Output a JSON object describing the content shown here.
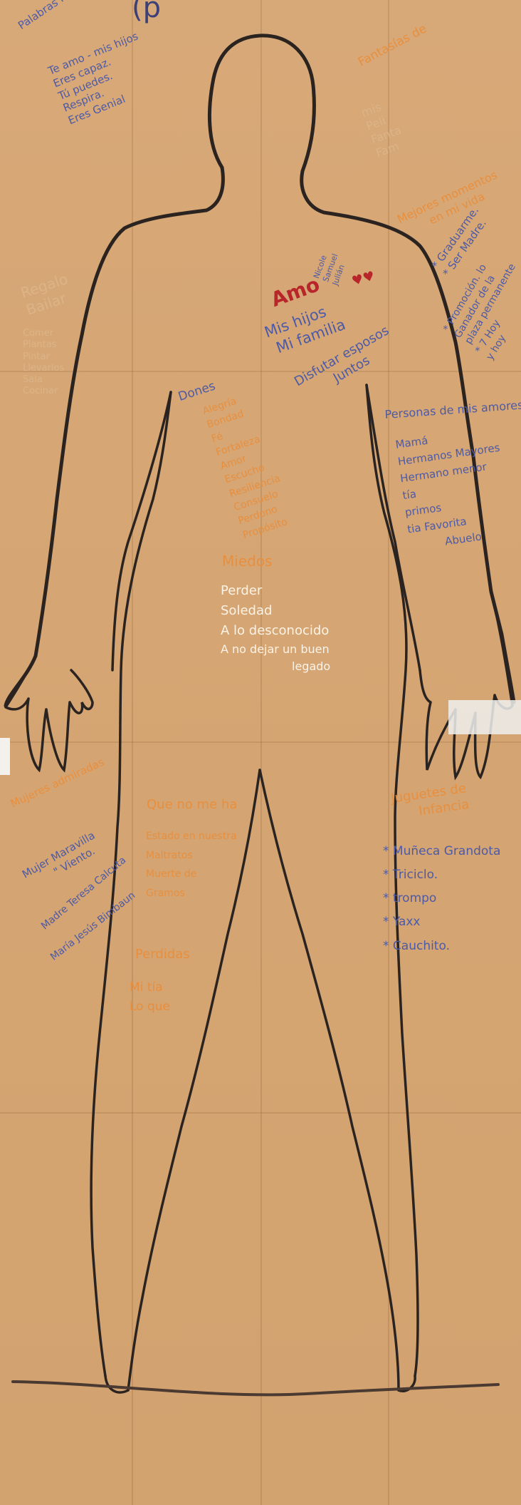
{
  "header_scribble": "(p",
  "palabras": {
    "title": "Palabras Preferidas",
    "lines": [
      "Te amo - mis hijos",
      "Eres capaz.",
      "Tú puedes.",
      "Respira.",
      "Eres Genial"
    ]
  },
  "fantasias": {
    "title": "Fantasías de",
    "lines": [
      "mis",
      "Peli",
      "Fanta",
      "Fam"
    ]
  },
  "mejores": {
    "title": "Mejores momentos",
    "subtitle": "en mi vida",
    "lines": [
      "* Graduarme.",
      "* Ser Madre.",
      "* Promoción. lo",
      "Ganador de la",
      "plaza permanente",
      "* 7 Hoy",
      "y hoy"
    ]
  },
  "heart": {
    "amo": "Amo",
    "lines": [
      "Mis hijos",
      "Mi familia",
      "Disfutar esposos",
      "Juntos"
    ],
    "names": [
      "Nicole",
      "Samuel",
      "Julián"
    ]
  },
  "dones": {
    "title": "Dones",
    "lines": [
      "Alegría",
      "Bondad",
      "Fé",
      "Fortaleza",
      "Amor",
      "Escucho",
      "Resiliencia",
      "Consuelo",
      "Perdono",
      "Propósito"
    ]
  },
  "personas": {
    "title": "Personas de mis amores",
    "lines": [
      "Mamá",
      "Hermanos Mayores",
      "Hermano menor",
      "tía",
      "primos",
      "tia Favorita",
      "Abuelo"
    ]
  },
  "miedos": {
    "title": "Miedos",
    "lines": [
      "Perder",
      "Soledad",
      "A lo desconocido",
      "A no dejar un buen",
      "legado"
    ]
  },
  "mujeres": {
    "title": "Mujeres admiradas",
    "lines": [
      "Mujer Maravilla",
      "\" Viento.",
      "Madre Teresa Calcuta",
      "María Jesús Bimbaun"
    ]
  },
  "que_no": {
    "title": "Que no me ha",
    "lines": [
      "Estado en nuestra",
      "Maltratos",
      "Muerte de",
      "Gramos"
    ]
  },
  "perdidas": {
    "title": "Perdidas",
    "lines": [
      "Mi tía",
      "Lo que"
    ]
  },
  "juguetes": {
    "title": "Juguetes de",
    "subtitle": "Infancia",
    "lines": [
      "* Muñeca Grandota",
      "* Triciclo.",
      "* trompo",
      "* Yaxx",
      "* Cauchito."
    ]
  },
  "left_arm": {
    "title": "Regalo",
    "subtitle": "Bailar",
    "lines": [
      "Comer",
      "Plantas",
      "Pintar",
      "Llevarlos",
      "Sala",
      "Cocinar"
    ]
  }
}
